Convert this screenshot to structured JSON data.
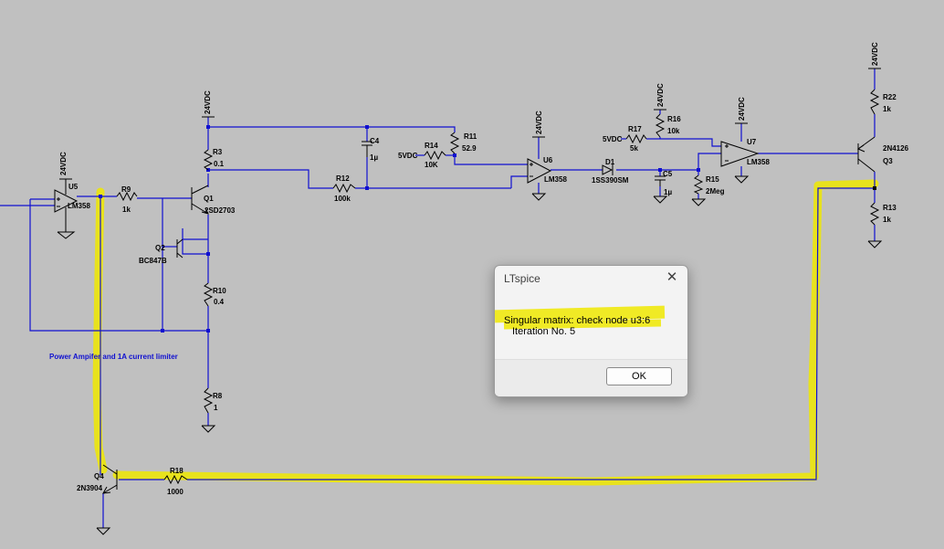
{
  "schematic": {
    "components": {
      "u5": {
        "ref": "U5",
        "value": "LM358",
        "supply": "24VDC"
      },
      "r9": {
        "ref": "R9",
        "value": "1k"
      },
      "q1": {
        "ref": "Q1",
        "value": "2SD2703"
      },
      "q2": {
        "ref": "Q2",
        "value": "BC847B"
      },
      "r3": {
        "ref": "R3",
        "value": "0.1",
        "supply": "24VDC"
      },
      "r10": {
        "ref": "R10",
        "value": "0.4"
      },
      "r8": {
        "ref": "R8",
        "value": "1"
      },
      "r12": {
        "ref": "R12",
        "value": "100k"
      },
      "c4": {
        "ref": "C4",
        "value": "1µ"
      },
      "r14": {
        "ref": "R14",
        "value": "10K",
        "source": "5VDC"
      },
      "r11": {
        "ref": "R11",
        "value": "52.9"
      },
      "u6": {
        "ref": "U6",
        "value": "LM358",
        "supply": "24VDC"
      },
      "d1": {
        "ref": "D1",
        "value": "1SS390SM"
      },
      "r17": {
        "ref": "R17",
        "value": "5k",
        "source": "5VDC"
      },
      "r16": {
        "ref": "R16",
        "value": "10k",
        "supply": "24VDC"
      },
      "c5": {
        "ref": "C5",
        "value": "1µ"
      },
      "r15": {
        "ref": "R15",
        "value": "2Meg"
      },
      "u7": {
        "ref": "U7",
        "value": "LM358",
        "supply": "24VDC"
      },
      "q3": {
        "ref": "Q3",
        "value": "2N4126"
      },
      "r22": {
        "ref": "R22",
        "value": "1k",
        "supply": "24VDC"
      },
      "r13": {
        "ref": "R13",
        "value": "1k"
      },
      "q4": {
        "ref": "Q4",
        "value": "2N3904"
      },
      "r18": {
        "ref": "R18",
        "value": "1000"
      }
    },
    "note": "Power Ampifer and 1A current limiter"
  },
  "dialog": {
    "title": "LTspice",
    "message_line1": "Singular matrix:  check node u3:6",
    "message_line2": "Iteration No. 5",
    "ok_label": "OK",
    "close_glyph": "✕"
  },
  "colors": {
    "background": "#c0c0c0",
    "wire": "#1010d0",
    "highlight": "#eee800",
    "dialog_bg": "#f3f3f3"
  }
}
